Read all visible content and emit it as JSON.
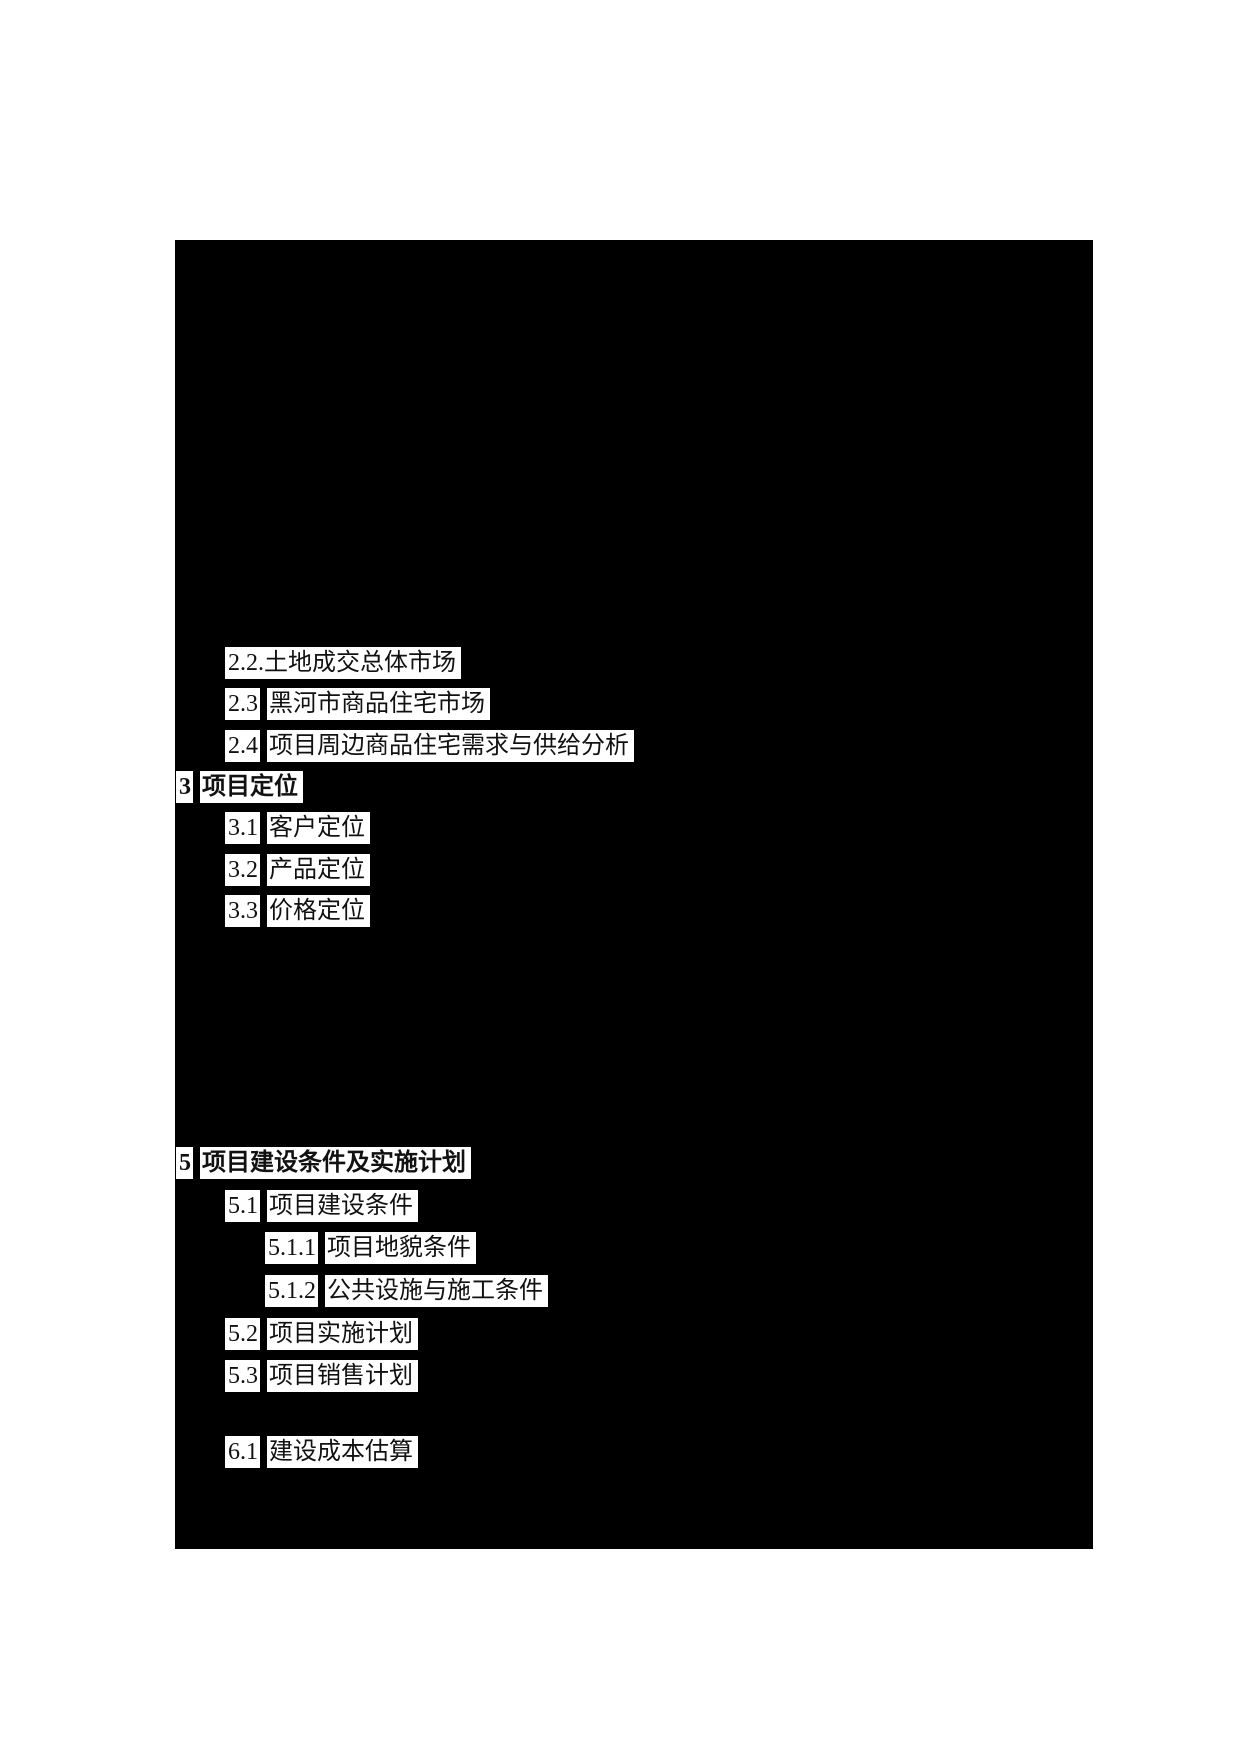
{
  "colors": {
    "page_background": "#ffffff",
    "content_background": "#000000",
    "highlight": "#ffffff",
    "text": "#111111"
  },
  "toc": {
    "items": [
      {
        "num": "2.2.",
        "label": "土地成交总体市场",
        "level": 2,
        "bold": false
      },
      {
        "num": "2.3",
        "label": "黑河市商品住宅市场",
        "level": 2,
        "bold": false
      },
      {
        "num": "2.4",
        "label": "项目周边商品住宅需求与供给分析",
        "level": 2,
        "bold": false
      },
      {
        "num": "3",
        "label": "项目定位",
        "level": 1,
        "bold": true
      },
      {
        "num": "3.1",
        "label": "客户定位",
        "level": 2,
        "bold": false
      },
      {
        "num": "3.2",
        "label": "产品定位",
        "level": 2,
        "bold": false
      },
      {
        "num": "3.3",
        "label": "价格定位",
        "level": 2,
        "bold": false
      },
      {
        "num": "5",
        "label": "项目建设条件及实施计划",
        "level": 1,
        "bold": true
      },
      {
        "num": "5.1",
        "label": "项目建设条件",
        "level": 2,
        "bold": false
      },
      {
        "num": "5.1.1",
        "label": "项目地貌条件",
        "level": 3,
        "bold": false
      },
      {
        "num": "5.1.2",
        "label": "公共设施与施工条件",
        "level": 3,
        "bold": false
      },
      {
        "num": "5.2",
        "label": "项目实施计划",
        "level": 2,
        "bold": false
      },
      {
        "num": "5.3",
        "label": "项目销售计划",
        "level": 2,
        "bold": false
      },
      {
        "num": "6.1",
        "label": "建设成本估算",
        "level": 2,
        "bold": false
      }
    ]
  }
}
